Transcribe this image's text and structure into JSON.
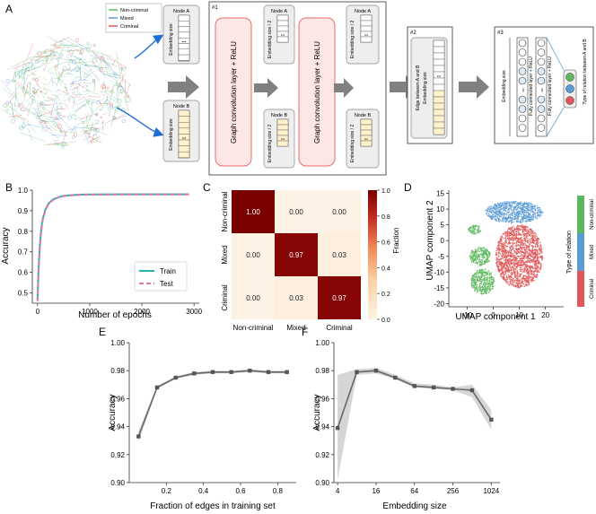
{
  "panel_labels": {
    "a": "A",
    "b": "B",
    "c": "C",
    "d": "D",
    "e": "E",
    "f": "F"
  },
  "colors": {
    "noncriminal": "#5cb85c",
    "mixed": "#5b9bd5",
    "criminal": "#e15759",
    "train": "#2bb3b1",
    "test": "#e377a8",
    "relu_box_fill": "#fde6e6",
    "relu_box_stroke": "#e86b6b",
    "arrow": "#808080",
    "cell_yellow": "#fff2cc",
    "line_gray": "#666666",
    "heat_high": "#8b0000",
    "heat_low": "#fdf2e4"
  },
  "panel_a": {
    "legend": [
      "Non-criminal",
      "Mixed",
      "Criminal"
    ],
    "node_a_label": "Node A",
    "node_b_label": "Node B",
    "embedding_size": "Embedding size",
    "embedding_half": "Embedding size / 2",
    "dots": "•••",
    "step1": "#1",
    "step2": "#2",
    "step3": "#3",
    "gcn_layer": "Graph convolution layer + ReLU",
    "edge_label": "Edge between A and B",
    "fc_layer": "Fully connected layer + ReLU",
    "relation_type": "Type of relation between A and B"
  },
  "panel_b": {
    "xlabel": "Number of epochs",
    "ylabel": "Accuracy",
    "legend": [
      "Train",
      "Test"
    ]
  },
  "panel_c": {
    "ylabel": "Fraction"
  },
  "panel_d": {
    "xlabel": "UMAP component 1",
    "ylabel": "UMAP component 2",
    "colorbar_title": "Type of relation",
    "colorbar_labels": [
      "Non-criminal",
      "Mixed",
      "Criminal"
    ]
  },
  "panel_e": {
    "xlabel": "Fraction of edges in training set",
    "ylabel": "Accuracy"
  },
  "panel_f": {
    "xlabel": "Embedding size",
    "ylabel": "Accuracy"
  },
  "chart_data": [
    {
      "type": "line",
      "panel": "B",
      "xlabel": "Number of epochs",
      "ylabel": "Accuracy",
      "xlim": [
        -100,
        3100
      ],
      "ylim": [
        0.45,
        1.0
      ],
      "xticks": [
        0,
        1000,
        2000,
        3000
      ],
      "yticks": [
        0.5,
        0.6,
        0.7,
        0.8,
        0.9,
        1.0
      ],
      "x": [
        0,
        20,
        40,
        60,
        80,
        100,
        150,
        200,
        250,
        300,
        400,
        500,
        600,
        800,
        1000,
        1500,
        2000,
        2500,
        2900
      ],
      "series": [
        {
          "name": "Train",
          "values": [
            0.47,
            0.62,
            0.71,
            0.78,
            0.83,
            0.86,
            0.905,
            0.93,
            0.945,
            0.955,
            0.966,
            0.972,
            0.975,
            0.978,
            0.979,
            0.98,
            0.98,
            0.98,
            0.98
          ]
        },
        {
          "name": "Test",
          "values": [
            0.46,
            0.61,
            0.7,
            0.77,
            0.82,
            0.855,
            0.9,
            0.927,
            0.943,
            0.953,
            0.965,
            0.971,
            0.974,
            0.977,
            0.978,
            0.979,
            0.979,
            0.979,
            0.979
          ]
        }
      ],
      "legend": "lower-right"
    },
    {
      "type": "heatmap",
      "panel": "C",
      "rows": [
        "Non-criminal",
        "Mixed",
        "Criminal"
      ],
      "cols": [
        "Non-criminal",
        "Mixed",
        "Criminal"
      ],
      "values": [
        [
          1.0,
          0.0,
          0.0
        ],
        [
          0.0,
          0.97,
          0.03
        ],
        [
          0.0,
          0.03,
          0.97
        ]
      ],
      "cell_labels": [
        [
          "1.00",
          "0.00",
          "0.00"
        ],
        [
          "0.00",
          "0.97",
          "0.03"
        ],
        [
          "0.00",
          "0.03",
          "0.97"
        ]
      ],
      "colorbar_range": [
        0.0,
        1.0
      ],
      "colorbar_ticks": [
        "0.0",
        "0.2",
        "0.4",
        "0.6",
        "0.8",
        "1.0"
      ],
      "colorbar_label": "Fraction"
    },
    {
      "type": "scatter",
      "panel": "D",
      "xlabel": "UMAP component 1",
      "ylabel": "UMAP component 2",
      "xlim": [
        -17,
        27
      ],
      "ylim": [
        -21,
        16
      ],
      "xticks": [
        -10,
        0,
        10,
        20
      ],
      "yticks": [
        -20,
        -15,
        -10,
        -5,
        0,
        5,
        10,
        15
      ],
      "clusters": [
        {
          "name": "Mixed",
          "cx": 8,
          "cy": 9,
          "rx": 11,
          "ry": 3.5
        },
        {
          "name": "Criminal",
          "cx": 10,
          "cy": -5,
          "rx": 9,
          "ry": 10
        },
        {
          "name": "Non-criminal",
          "cx": -7,
          "cy": 3.5,
          "rx": 2.5,
          "ry": 1.5
        },
        {
          "name": "Non-criminal",
          "cx": -5,
          "cy": -5,
          "rx": 4,
          "ry": 3
        },
        {
          "name": "Non-criminal",
          "cx": -4,
          "cy": -13,
          "rx": 4.5,
          "ry": 4
        }
      ]
    },
    {
      "type": "line",
      "panel": "E",
      "xlabel": "Fraction of edges in training set",
      "ylabel": "Accuracy",
      "xlim": [
        0.0,
        0.9
      ],
      "ylim": [
        0.9,
        1.0
      ],
      "xticks": [
        0.2,
        0.4,
        0.6,
        0.8
      ],
      "yticks": [
        0.9,
        0.92,
        0.94,
        0.96,
        0.98,
        1.0
      ],
      "x": [
        0.05,
        0.15,
        0.25,
        0.35,
        0.45,
        0.55,
        0.65,
        0.75,
        0.85
      ],
      "values": [
        0.933,
        0.968,
        0.975,
        0.978,
        0.979,
        0.979,
        0.98,
        0.979,
        0.979
      ],
      "lower": [
        0.929,
        0.967,
        0.974,
        0.977,
        0.978,
        0.978,
        0.979,
        0.978,
        0.978
      ],
      "upper": [
        0.937,
        0.969,
        0.976,
        0.979,
        0.98,
        0.98,
        0.981,
        0.98,
        0.98
      ]
    },
    {
      "type": "line",
      "panel": "F",
      "xlabel": "Embedding size",
      "ylabel": "Accuracy",
      "xscale": "log2",
      "xlim": [
        3.5,
        1400
      ],
      "ylim": [
        0.9,
        1.0
      ],
      "xticks": [
        4,
        16,
        64,
        256,
        1024
      ],
      "yticks": [
        0.9,
        0.92,
        0.94,
        0.96,
        0.98,
        1.0
      ],
      "x": [
        4,
        8,
        16,
        32,
        64,
        128,
        256,
        512,
        1024
      ],
      "values": [
        0.939,
        0.979,
        0.98,
        0.975,
        0.969,
        0.968,
        0.967,
        0.966,
        0.945
      ],
      "lower": [
        0.902,
        0.977,
        0.978,
        0.974,
        0.968,
        0.967,
        0.966,
        0.961,
        0.938
      ],
      "upper": [
        0.977,
        0.981,
        0.982,
        0.977,
        0.971,
        0.97,
        0.968,
        0.97,
        0.952
      ]
    }
  ]
}
